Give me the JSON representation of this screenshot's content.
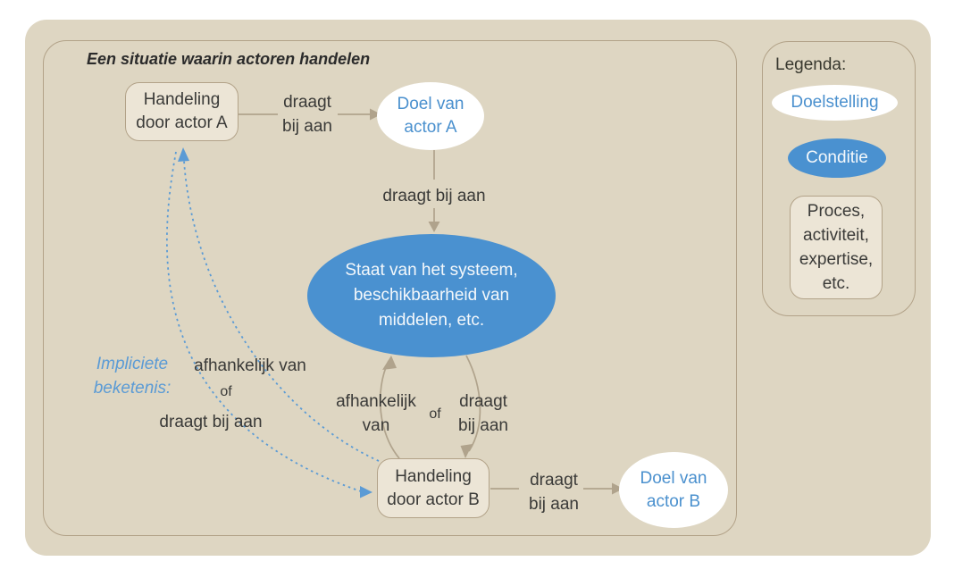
{
  "title": "Een situatie waarin actoren handelen",
  "colors": {
    "background": "#ded6c2",
    "panel_border": "#b2a288",
    "process_fill": "#ece5d6",
    "condition_fill": "#4a91d0",
    "goal_fill": "#ffffff",
    "goal_text": "#4a90ce",
    "dark_text": "#3a3a38",
    "arrow": "#b0a38c",
    "implicit_blue": "#5b9bd5"
  },
  "nodes": {
    "action_a": {
      "lines": [
        "Handeling",
        "door actor A"
      ]
    },
    "goal_a": {
      "lines": [
        "Doel van",
        "actor A"
      ]
    },
    "system_state": {
      "lines": [
        "Staat van het systeem,",
        "beschikbaarheid van",
        "middelen, etc."
      ]
    },
    "action_b": {
      "lines": [
        "Handeling",
        "door actor B"
      ]
    },
    "goal_b": {
      "lines": [
        "Doel van",
        "actor B"
      ]
    }
  },
  "edge_labels": {
    "a_to_goal_a": {
      "lines": [
        "draagt",
        "bij aan"
      ]
    },
    "goal_a_to_state": "draagt bij aan",
    "b_to_state": {
      "lines": [
        "afhankelijk",
        "van"
      ]
    },
    "state_or": "of",
    "state_to_b": {
      "lines": [
        "draagt",
        "bij aan"
      ]
    },
    "b_to_goal_b": {
      "lines": [
        "draagt",
        "bij aan"
      ]
    }
  },
  "implicit_note": {
    "heading": {
      "lines": [
        "Impliciete",
        "beketenis:"
      ]
    },
    "option1": "afhankelijk van",
    "or": "of",
    "option2": "draagt bij aan"
  },
  "legend": {
    "title": "Legenda:",
    "goal_label": "Doelstelling",
    "condition_label": "Conditie",
    "process_label": {
      "lines": [
        "Proces,",
        "activiteit,",
        "expertise,",
        "etc."
      ]
    }
  }
}
